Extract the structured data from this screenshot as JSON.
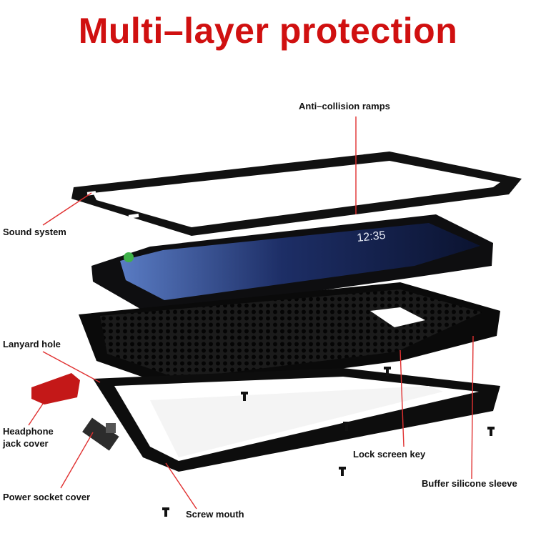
{
  "title": "Multi–layer protection",
  "colors": {
    "title": "#d01010",
    "leader": "#e03030",
    "accent_red": "#c41818"
  },
  "phone_screen": {
    "time": "12:35"
  },
  "labels": {
    "anti_collision": "Anti–collision ramps",
    "sound_system": "Sound system",
    "lanyard_hole": "Lanyard hole",
    "headphone_line1": "Headphone",
    "headphone_line2": "jack cover",
    "lock_screen_key": "Lock screen key",
    "buffer_silicone": "Buffer silicone sleeve",
    "power_socket": "Power socket cover",
    "screw_mouth": "Screw mouth"
  }
}
